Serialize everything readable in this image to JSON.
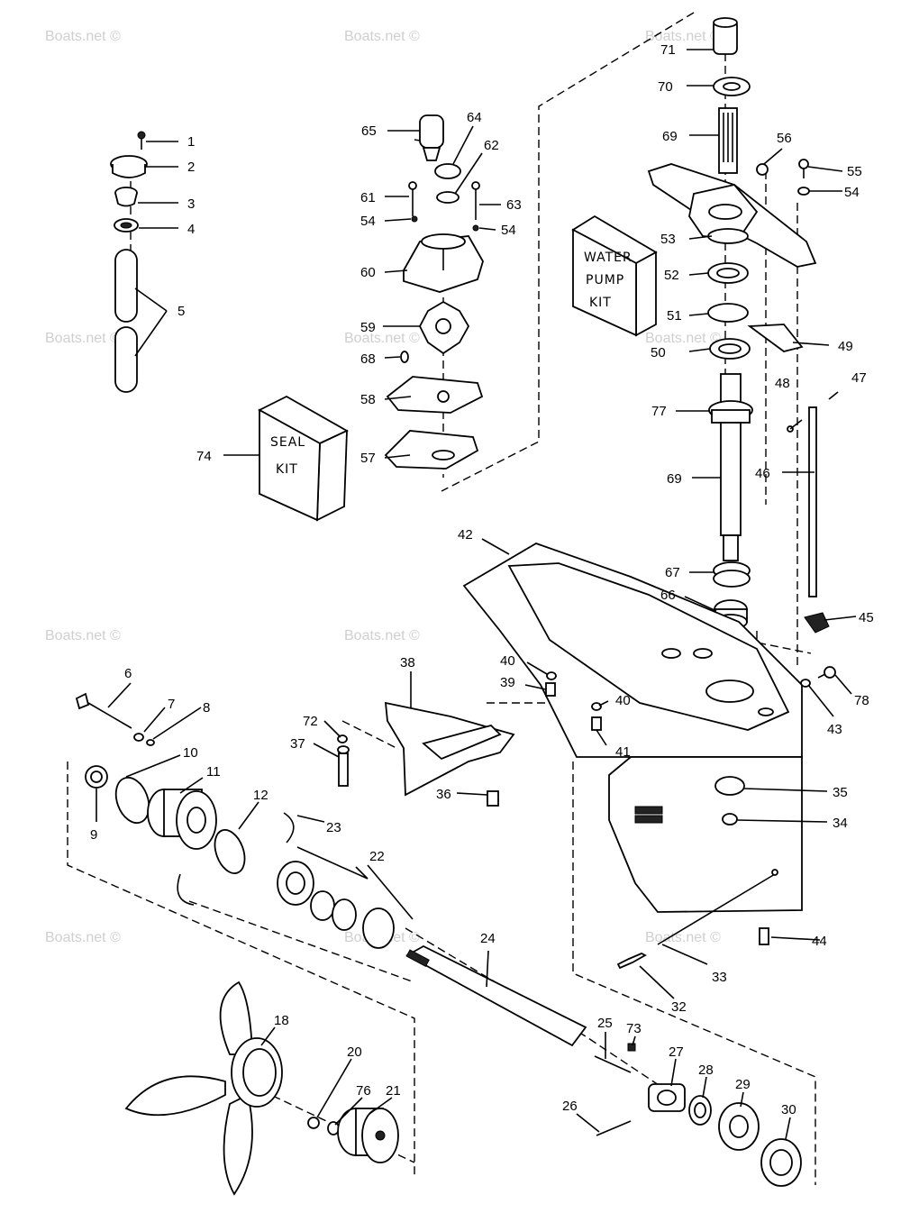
{
  "watermark": "Boats.net ©",
  "seal_kit": {
    "line1": "SEAL",
    "line2": "KIT"
  },
  "water_pump_kit": {
    "line1": "WATER",
    "line2": "PUMP",
    "line3": "KIT"
  },
  "callouts": [
    "1",
    "2",
    "3",
    "4",
    "5",
    "71",
    "70",
    "69",
    "56",
    "55",
    "54",
    "53",
    "52",
    "51",
    "50",
    "49",
    "65",
    "64",
    "62",
    "61",
    "54",
    "63",
    "54",
    "60",
    "59",
    "68",
    "58",
    "57",
    "74",
    "77",
    "69",
    "48",
    "47",
    "46",
    "42",
    "67",
    "66",
    "45",
    "38",
    "40",
    "39",
    "40",
    "41",
    "72",
    "37",
    "36",
    "43",
    "78",
    "35",
    "34",
    "6",
    "7",
    "8",
    "10",
    "11",
    "9",
    "12",
    "23",
    "22",
    "24",
    "44",
    "33",
    "32",
    "18",
    "20",
    "76",
    "21",
    "25",
    "73",
    "27",
    "28",
    "29",
    "26",
    "30"
  ]
}
